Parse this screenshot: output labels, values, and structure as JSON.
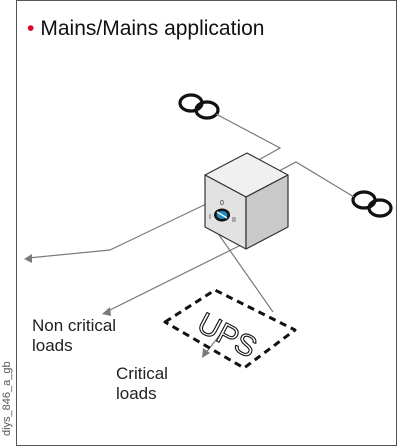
{
  "title": "Mains/Mains application",
  "ups_label": "UPS",
  "labels": {
    "non_critical": [
      "Non critical",
      "loads"
    ],
    "critical": [
      "Critical",
      "loads"
    ]
  },
  "figure_code": "diys_846_a_gb",
  "colors": {
    "bullet": "#e4002b",
    "switch_knob": "#1f8ab8",
    "box_face": "#e2e2e2",
    "box_side": "#c9c9c9",
    "box_top": "#f0f0f0"
  }
}
